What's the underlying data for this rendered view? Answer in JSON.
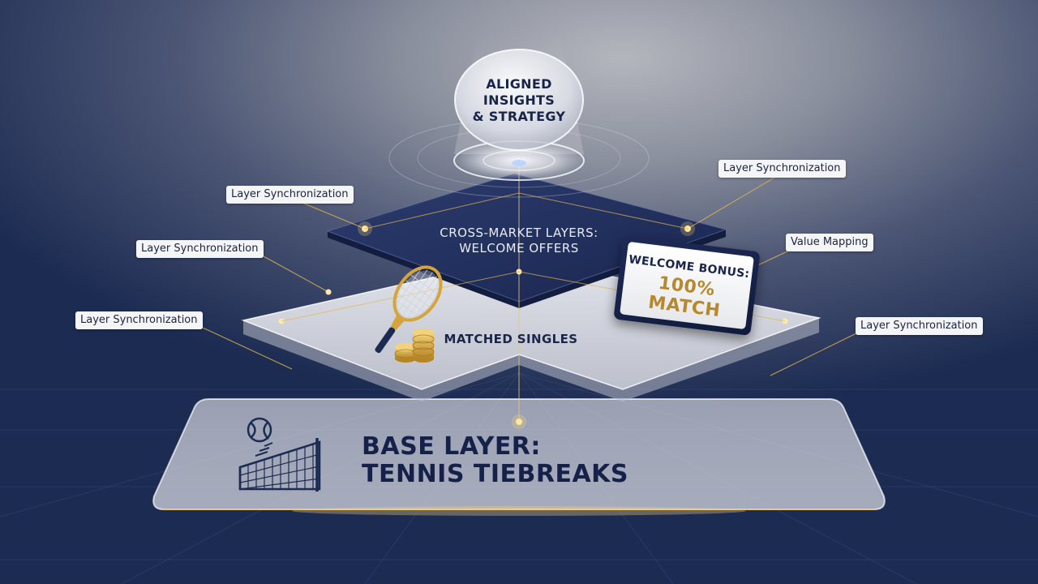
{
  "top_node": {
    "line1": "ALIGNED",
    "line2": "INSIGHTS",
    "line3": "& STRATEGY"
  },
  "layers": {
    "cross_market": {
      "line1": "CROSS-MARKET LAYERS:",
      "line2": "WELCOME OFFERS"
    },
    "matched_singles": "MATCHED SINGLES",
    "base": {
      "line1": "BASE LAYER:",
      "line2": "TENNIS TIEBREAKS"
    }
  },
  "bonus_card": {
    "line1": "WELCOME BONUS:",
    "line2": "100% MATCH"
  },
  "callouts": [
    {
      "label": "Layer Synchronization"
    },
    {
      "label": "Layer Synchronization"
    },
    {
      "label": "Layer Synchronization"
    },
    {
      "label": "Layer Synchronization"
    },
    {
      "label": "Value Mapping"
    },
    {
      "label": "Layer Synchronization"
    }
  ],
  "colors": {
    "navy": "#1c2b52",
    "gold": "#d6a63c",
    "glass": "#e9ebf0"
  },
  "icons": [
    "tennis-racket-icon",
    "coin-stack-icon",
    "tennis-ball-net-icon"
  ]
}
